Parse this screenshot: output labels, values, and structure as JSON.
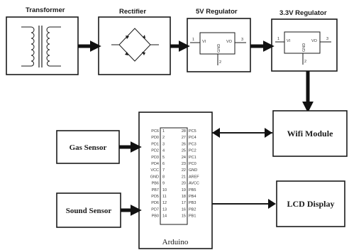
{
  "blocks": {
    "transformer": "Transformer",
    "rectifier": "Rectifier",
    "reg5v": "5V Regulator",
    "reg33v": "3.3V  Regulator",
    "gas": "Gas Sensor",
    "sound": "Sound Sensor",
    "wifi": "Wifi  Module",
    "lcd": "LCD Display",
    "arduino": "Arduino"
  },
  "regulator_pins": {
    "in": "VI",
    "out": "VO",
    "gnd": "GND",
    "pin_in": "1",
    "pin_out": "3",
    "pin_gnd": "2"
  },
  "arduino_pins": {
    "left": [
      {
        "name": "PC6",
        "num": "1"
      },
      {
        "name": "PD0",
        "num": "2"
      },
      {
        "name": "PD1",
        "num": "3"
      },
      {
        "name": "PD2",
        "num": "4"
      },
      {
        "name": "PD3",
        "num": "5"
      },
      {
        "name": "PD4",
        "num": "6"
      },
      {
        "name": "VCC",
        "num": "7"
      },
      {
        "name": "GND",
        "num": "8"
      },
      {
        "name": "PB6",
        "num": "9"
      },
      {
        "name": "PB7",
        "num": "10"
      },
      {
        "name": "PD5",
        "num": "11"
      },
      {
        "name": "PD6",
        "num": "12"
      },
      {
        "name": "PD7",
        "num": "13"
      },
      {
        "name": "PB0",
        "num": "14"
      }
    ],
    "right": [
      {
        "name": "PC5",
        "num": "28"
      },
      {
        "name": "PC4",
        "num": "27"
      },
      {
        "name": "PC3",
        "num": "26"
      },
      {
        "name": "PC2",
        "num": "25"
      },
      {
        "name": "PC1",
        "num": "24"
      },
      {
        "name": "PC0",
        "num": "23"
      },
      {
        "name": "GND",
        "num": "22"
      },
      {
        "name": "AREF",
        "num": "21"
      },
      {
        "name": "AVCC",
        "num": "20"
      },
      {
        "name": "PB5",
        "num": "19"
      },
      {
        "name": "PB4",
        "num": "18"
      },
      {
        "name": "PB3",
        "num": "17"
      },
      {
        "name": "PB2",
        "num": "16"
      },
      {
        "name": "PB1",
        "num": "15"
      }
    ]
  }
}
